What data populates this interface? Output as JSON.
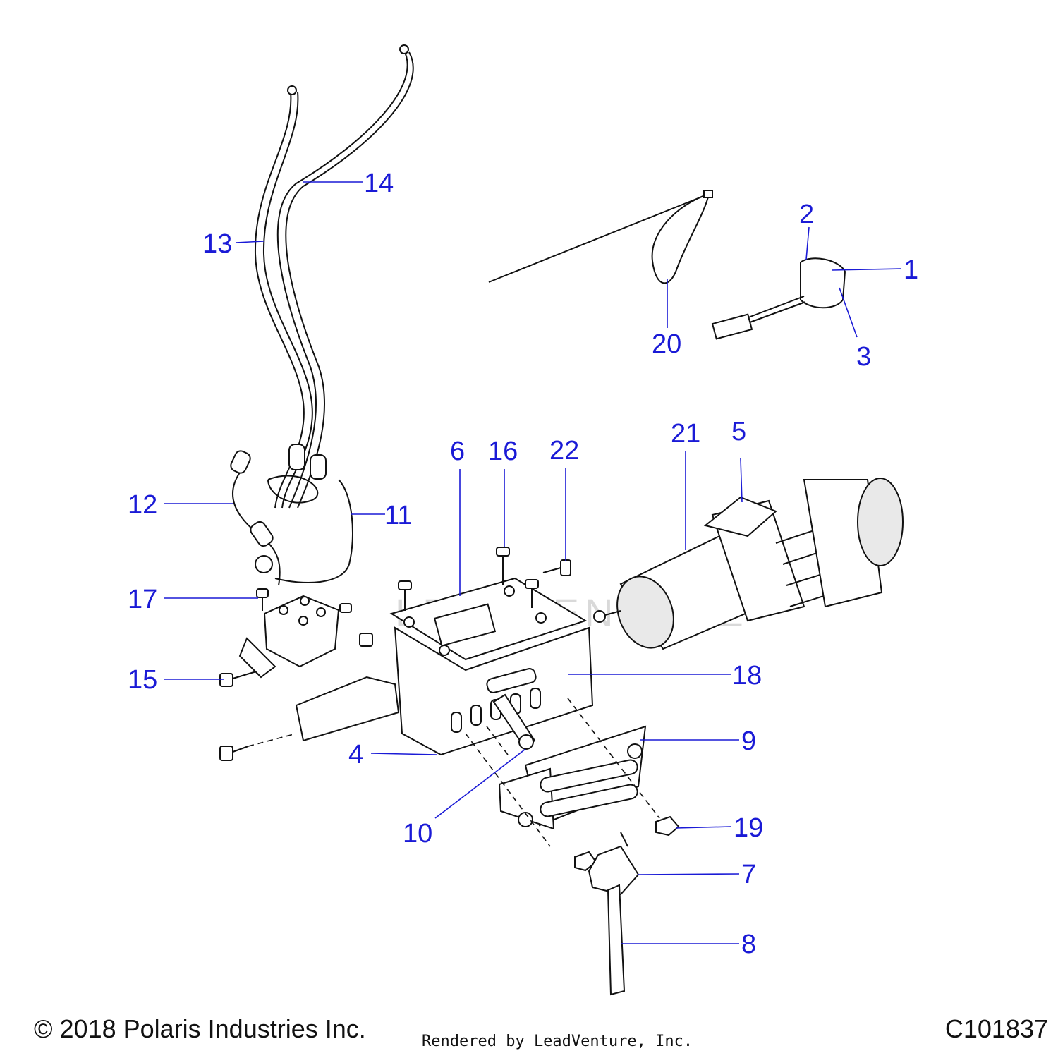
{
  "diagram": {
    "callouts": [
      "1",
      "2",
      "3",
      "4",
      "5",
      "6",
      "7",
      "8",
      "9",
      "10",
      "11",
      "12",
      "13",
      "14",
      "15",
      "16",
      "17",
      "18",
      "19",
      "20",
      "21",
      "22"
    ]
  },
  "watermark": {
    "text": "LEADVENTURE"
  },
  "footer": {
    "copyright": "© 2018 Polaris Industries Inc.",
    "rendered_by": "Rendered by LeadVenture, Inc.",
    "code": "C101837"
  }
}
